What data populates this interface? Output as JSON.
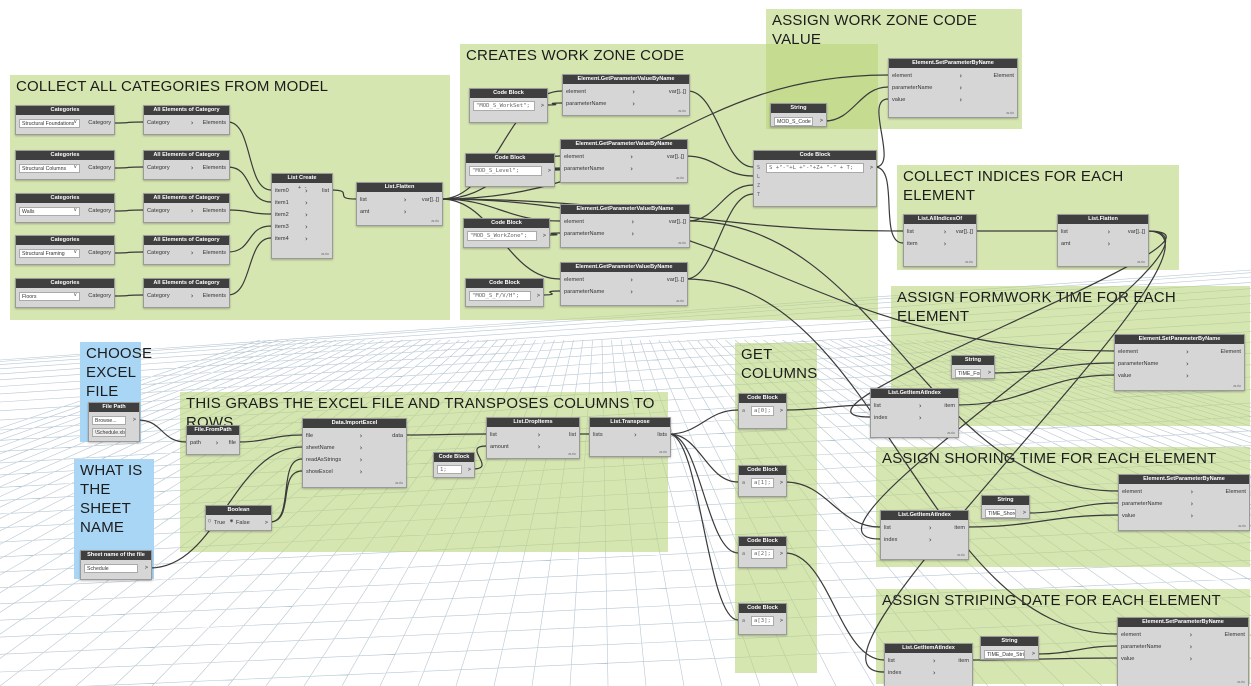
{
  "groups": [
    {
      "id": "collect",
      "title": "COLLECT ALL CATEGORIES FROM MODEL",
      "color": "green"
    },
    {
      "id": "creates",
      "title": "CREATES WORK ZONE CODE",
      "color": "green"
    },
    {
      "id": "assign_code",
      "title": "ASSIGN WORK ZONE CODE VALUE",
      "color": "green"
    },
    {
      "id": "indices",
      "title": "COLLECT INDICES FOR EACH ELEMENT",
      "color": "green"
    },
    {
      "id": "formwork",
      "title": "ASSIGN FORMWORK TIME FOR EACH ELEMENT",
      "color": "green"
    },
    {
      "id": "excel",
      "title": "CHOOSE EXCEL FILE",
      "color": "blue"
    },
    {
      "id": "sheet",
      "title": "WHAT IS THE SHEET NAME",
      "color": "blue"
    },
    {
      "id": "grabs",
      "title": "THIS GRABS THE EXCEL FILE AND TRANSPOSES COLUMNS TO ROWS",
      "color": "green"
    },
    {
      "id": "columns",
      "title": "GET COLUMNS",
      "color": "green"
    },
    {
      "id": "shoring",
      "title": "ASSIGN SHORING TIME FOR EACH ELEMENT",
      "color": "green"
    },
    {
      "id": "striping",
      "title": "ASSIGN STRIPING DATE FOR EACH ELEMENT",
      "color": "green"
    }
  ],
  "nodes": [
    {
      "id": "cat1",
      "title": "Categories",
      "inputs": [],
      "outputs": [
        "Category"
      ],
      "field": "Structural Foundations",
      "arrow": "v"
    },
    {
      "id": "cat2",
      "title": "Categories",
      "inputs": [],
      "outputs": [
        "Category"
      ],
      "field": "Structural Columns",
      "arrow": "v"
    },
    {
      "id": "cat3",
      "title": "Categories",
      "inputs": [],
      "outputs": [
        "Category"
      ],
      "field": "Walls",
      "arrow": "v"
    },
    {
      "id": "cat4",
      "title": "Categories",
      "inputs": [],
      "outputs": [
        "Category"
      ],
      "field": "Structural Framing",
      "arrow": "v"
    },
    {
      "id": "cat5",
      "title": "Categories",
      "inputs": [],
      "outputs": [
        "Category"
      ],
      "field": "Floors",
      "arrow": "v"
    },
    {
      "id": "aec1",
      "title": "All Elements of Category",
      "inputs": [
        "Category"
      ],
      "outputs": [
        "Elements"
      ]
    },
    {
      "id": "aec2",
      "title": "All Elements of Category",
      "inputs": [
        "Category"
      ],
      "outputs": [
        "Elements"
      ]
    },
    {
      "id": "aec3",
      "title": "All Elements of Category",
      "inputs": [
        "Category"
      ],
      "outputs": [
        "Elements"
      ]
    },
    {
      "id": "aec4",
      "title": "All Elements of Category",
      "inputs": [
        "Category"
      ],
      "outputs": [
        "Elements"
      ]
    },
    {
      "id": "aec5",
      "title": "All Elements of Category",
      "inputs": [
        "Category"
      ],
      "outputs": [
        "Elements"
      ]
    },
    {
      "id": "listcreate",
      "title": "List Create",
      "inputs": [
        "item0",
        "item1",
        "item2",
        "item3",
        "item4"
      ],
      "outputs": [
        "list"
      ],
      "plusminus": "+ -"
    },
    {
      "id": "flatten1",
      "title": "List.Flatten",
      "inputs": [
        "list",
        "amt"
      ],
      "outputs": [
        "var[]..[]"
      ]
    },
    {
      "id": "cb_workset",
      "title": "Code Block",
      "code": "\"MOD_S_WorkSet\";",
      "outputs": [
        ">"
      ]
    },
    {
      "id": "cb_level",
      "title": "Code Block",
      "code": "\"MOD_S_Level\";",
      "outputs": [
        ">"
      ]
    },
    {
      "id": "cb_workzone",
      "title": "Code Block",
      "code": "\"MOD_S_WorkZone\";",
      "outputs": [
        ">"
      ]
    },
    {
      "id": "cb_fvh",
      "title": "Code Block",
      "code": "\"MOD_S_F/V/H\";",
      "outputs": [
        ">"
      ]
    },
    {
      "id": "gp1",
      "title": "Element.GetParameterValueByName",
      "inputs": [
        "element",
        "parameterName"
      ],
      "outputs": [
        "var[]..[]"
      ]
    },
    {
      "id": "gp2",
      "title": "Element.GetParameterValueByName",
      "inputs": [
        "element",
        "parameterName"
      ],
      "outputs": [
        "var[]..[]"
      ]
    },
    {
      "id": "gp3",
      "title": "Element.GetParameterValueByName",
      "inputs": [
        "element",
        "parameterName"
      ],
      "outputs": [
        "var[]..[]"
      ]
    },
    {
      "id": "gp4",
      "title": "Element.GetParameterValueByName",
      "inputs": [
        "element",
        "parameterName"
      ],
      "outputs": [
        "var[]..[]"
      ]
    },
    {
      "id": "cb_concat",
      "title": "Code Block",
      "code": "S +\"-\"+L +\"-\"+Z+ \"-\" + T;",
      "outputs": [
        ">"
      ],
      "inputs": [
        "S",
        "L",
        "Z",
        "T"
      ]
    },
    {
      "id": "str_code",
      "title": "String",
      "field": "MOD_S_Code",
      "outputs": [
        ">"
      ]
    },
    {
      "id": "setp1",
      "title": "Element.SetParameterByName",
      "inputs": [
        "element",
        "parameterName",
        "value"
      ],
      "outputs": [
        "Element"
      ]
    },
    {
      "id": "allidx",
      "title": "List.AllIndicesOf",
      "inputs": [
        "list",
        "item"
      ],
      "outputs": [
        "var[]..[]"
      ]
    },
    {
      "id": "flatten2",
      "title": "List.Flatten",
      "inputs": [
        "list",
        "amt"
      ],
      "outputs": [
        "var[]..[]"
      ]
    },
    {
      "id": "str_form",
      "title": "String",
      "field": "TIME_Form",
      "outputs": [
        ">"
      ]
    },
    {
      "id": "setp2",
      "title": "Element.SetParameterByName",
      "inputs": [
        "element",
        "parameterName",
        "value"
      ],
      "outputs": [
        "Element"
      ]
    },
    {
      "id": "gia1",
      "title": "List.GetItemAtIndex",
      "inputs": [
        "list",
        "index"
      ],
      "outputs": [
        "item"
      ]
    },
    {
      "id": "filepath",
      "title": "File Path",
      "field": "Browse...",
      "field2": "\\Schedule.xlsx",
      "outputs": [
        ">"
      ]
    },
    {
      "id": "filefrompath",
      "title": "File.FromPath",
      "inputs": [
        "path"
      ],
      "outputs": [
        "file"
      ]
    },
    {
      "id": "importexcel",
      "title": "Data.ImportExcel",
      "inputs": [
        "file",
        "sheetName",
        "readAsStrings",
        "showExcel"
      ],
      "outputs": [
        "data"
      ]
    },
    {
      "id": "cb_one",
      "title": "Code Block",
      "code": "1;",
      "outputs": [
        ">"
      ]
    },
    {
      "id": "dropitems",
      "title": "List.DropItems",
      "inputs": [
        "list",
        "amount"
      ],
      "outputs": [
        "list"
      ]
    },
    {
      "id": "transpose",
      "title": "List.Transpose",
      "inputs": [
        "lists"
      ],
      "outputs": [
        "lists"
      ]
    },
    {
      "id": "boolean",
      "title": "Boolean",
      "radio_true": "True",
      "radio_false": "False",
      "outputs": [
        ">"
      ]
    },
    {
      "id": "sheetname",
      "title": "Sheet name of the file",
      "field": "Schedule",
      "outputs": [
        ">"
      ]
    },
    {
      "id": "cb_a0",
      "title": "Code Block",
      "code": "a[0];",
      "inputs": [
        "a"
      ],
      "outputs": [
        ">"
      ]
    },
    {
      "id": "cb_a1",
      "title": "Code Block",
      "code": "a[1];",
      "inputs": [
        "a"
      ],
      "outputs": [
        ">"
      ]
    },
    {
      "id": "cb_a2",
      "title": "Code Block",
      "code": "a[2];",
      "inputs": [
        "a"
      ],
      "outputs": [
        ">"
      ]
    },
    {
      "id": "cb_a3",
      "title": "Code Block",
      "code": "a[3];",
      "inputs": [
        "a"
      ],
      "outputs": [
        ">"
      ]
    },
    {
      "id": "gia2",
      "title": "List.GetItemAtIndex",
      "inputs": [
        "list",
        "index"
      ],
      "outputs": [
        "item"
      ]
    },
    {
      "id": "str_shore",
      "title": "String",
      "field": "TIME_Shore",
      "outputs": [
        ">"
      ]
    },
    {
      "id": "setp3",
      "title": "Element.SetParameterByName",
      "inputs": [
        "element",
        "parameterName",
        "value"
      ],
      "outputs": [
        "Element"
      ]
    },
    {
      "id": "gia3",
      "title": "List.GetItemAtIndex",
      "inputs": [
        "list",
        "index"
      ],
      "outputs": [
        "item"
      ]
    },
    {
      "id": "str_strip",
      "title": "String",
      "field": "TIME_Date_Strip",
      "outputs": [
        ">"
      ]
    },
    {
      "id": "setp4",
      "title": "Element.SetParameterByName",
      "inputs": [
        "element",
        "parameterName",
        "value"
      ],
      "outputs": [
        "Element"
      ]
    }
  ],
  "node_footer": "auto",
  "wire_color": "#3a3a3a",
  "accent_green": "#b8d478",
  "accent_blue": "#a9d6f5"
}
